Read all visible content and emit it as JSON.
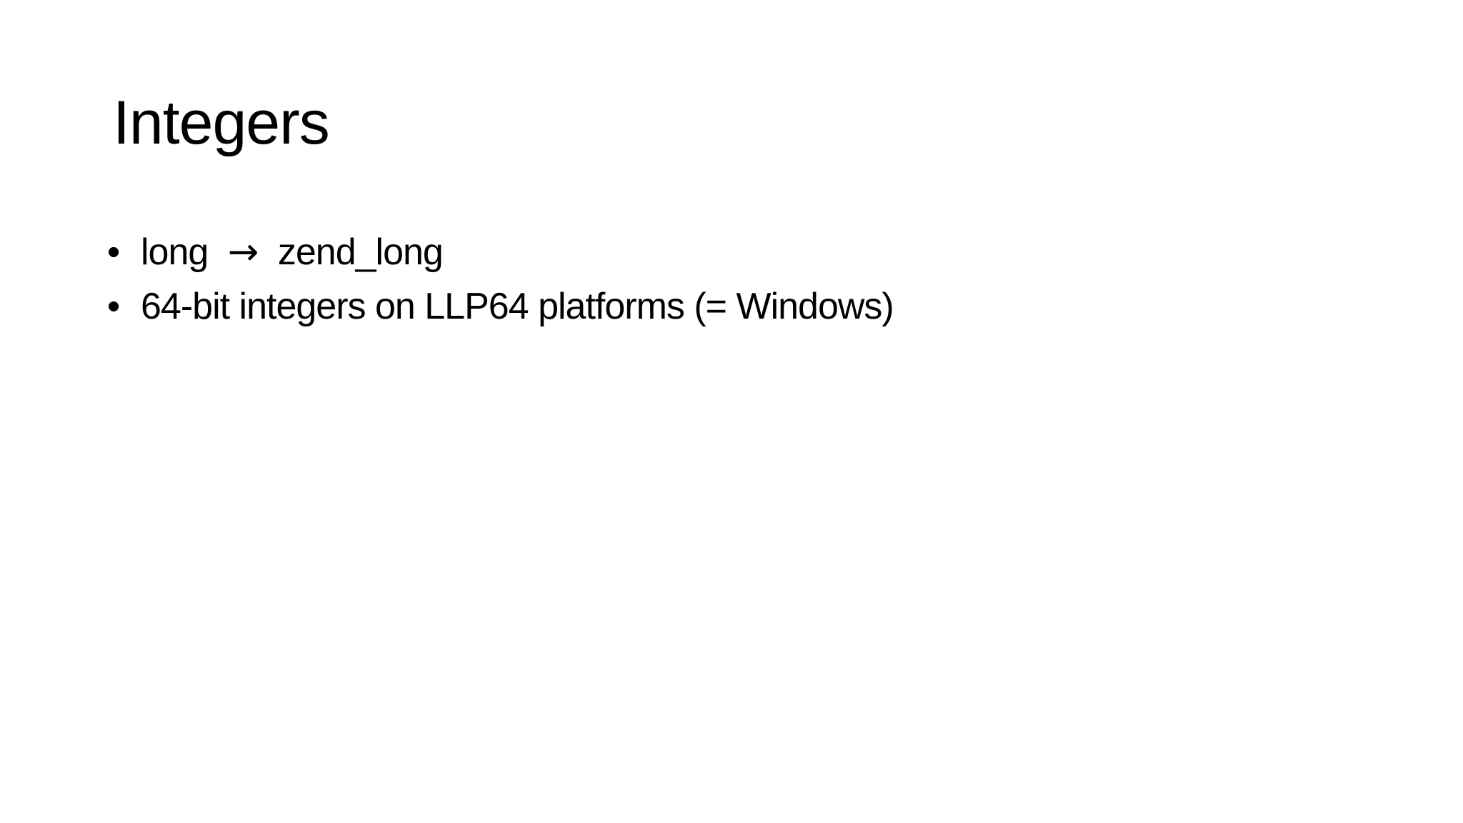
{
  "slide": {
    "title": "Integers",
    "bullet_char": "•",
    "bullets": [
      {
        "before_arrow": "long",
        "arrow": "→",
        "after_arrow": "zend_long"
      },
      {
        "text": "64-bit integers on LLP64 platforms (= Windows)"
      }
    ]
  },
  "colors": {
    "background": "#ffffff",
    "text": "#000000"
  }
}
